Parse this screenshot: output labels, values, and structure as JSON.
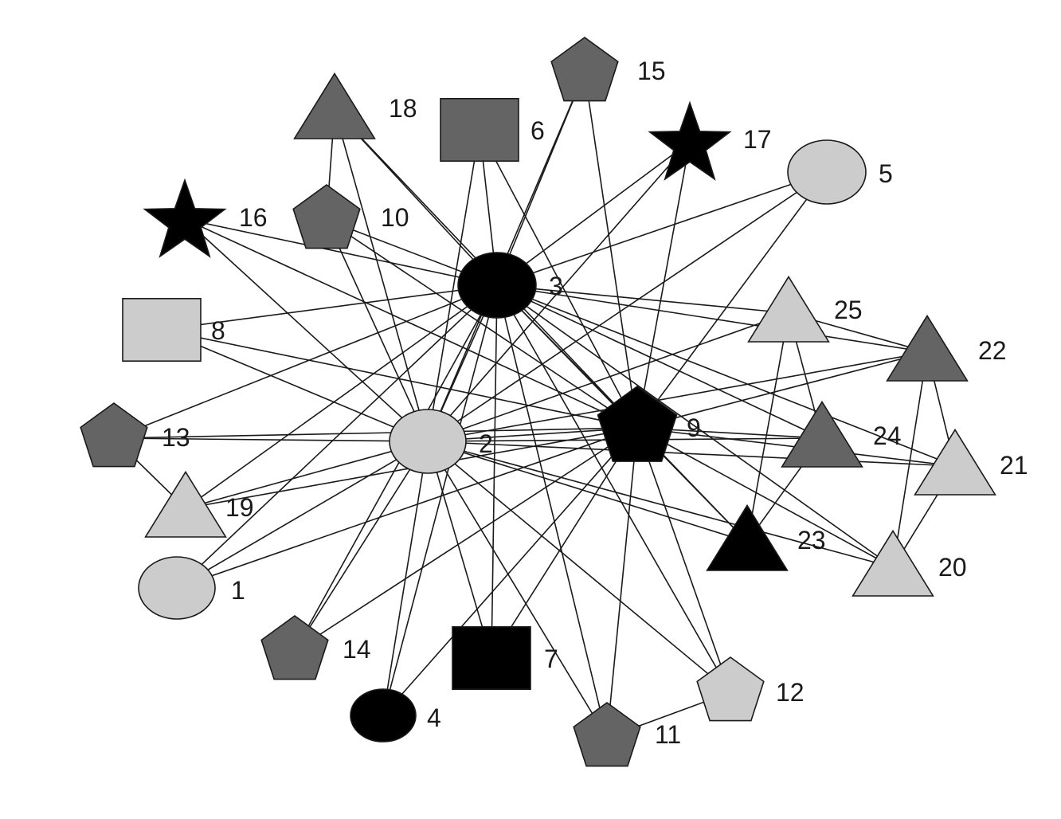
{
  "colors": {
    "black": "#000000",
    "dark": "#646464",
    "light": "#cccccc",
    "edge": "#1a1a1a"
  },
  "nodes": [
    {
      "id": "1",
      "label": "1",
      "shape": "circle",
      "fill": "light"
    },
    {
      "id": "2",
      "label": "2",
      "shape": "circle",
      "fill": "light"
    },
    {
      "id": "3",
      "label": "3",
      "shape": "circle",
      "fill": "black"
    },
    {
      "id": "4",
      "label": "4",
      "shape": "circle",
      "fill": "black"
    },
    {
      "id": "5",
      "label": "5",
      "shape": "circle",
      "fill": "light"
    },
    {
      "id": "6",
      "label": "6",
      "shape": "square",
      "fill": "dark"
    },
    {
      "id": "7",
      "label": "7",
      "shape": "square",
      "fill": "black"
    },
    {
      "id": "8",
      "label": "8",
      "shape": "square",
      "fill": "light"
    },
    {
      "id": "9",
      "label": "9",
      "shape": "pentagon",
      "fill": "black"
    },
    {
      "id": "10",
      "label": "10",
      "shape": "pentagon",
      "fill": "dark"
    },
    {
      "id": "11",
      "label": "11",
      "shape": "pentagon",
      "fill": "dark"
    },
    {
      "id": "12",
      "label": "12",
      "shape": "pentagon",
      "fill": "light"
    },
    {
      "id": "13",
      "label": "13",
      "shape": "pentagon",
      "fill": "dark"
    },
    {
      "id": "14",
      "label": "14",
      "shape": "pentagon",
      "fill": "dark"
    },
    {
      "id": "15",
      "label": "15",
      "shape": "pentagon",
      "fill": "dark"
    },
    {
      "id": "16",
      "label": "16",
      "shape": "star",
      "fill": "black"
    },
    {
      "id": "17",
      "label": "17",
      "shape": "star",
      "fill": "black"
    },
    {
      "id": "18",
      "label": "18",
      "shape": "triangle",
      "fill": "dark"
    },
    {
      "id": "19",
      "label": "19",
      "shape": "triangle",
      "fill": "light"
    },
    {
      "id": "20",
      "label": "20",
      "shape": "triangle",
      "fill": "light"
    },
    {
      "id": "21",
      "label": "21",
      "shape": "triangle",
      "fill": "light"
    },
    {
      "id": "22",
      "label": "22",
      "shape": "triangle",
      "fill": "dark"
    },
    {
      "id": "23",
      "label": "23",
      "shape": "triangle",
      "fill": "black"
    },
    {
      "id": "24",
      "label": "24",
      "shape": "triangle",
      "fill": "dark"
    },
    {
      "id": "25",
      "label": "25",
      "shape": "triangle",
      "fill": "light"
    }
  ],
  "edges": [
    [
      "3",
      "18"
    ],
    [
      "3",
      "6"
    ],
    [
      "3",
      "15"
    ],
    [
      "3",
      "17"
    ],
    [
      "3",
      "5"
    ],
    [
      "3",
      "16"
    ],
    [
      "3",
      "10"
    ],
    [
      "3",
      "8"
    ],
    [
      "3",
      "13"
    ],
    [
      "3",
      "19"
    ],
    [
      "3",
      "1"
    ],
    [
      "3",
      "14"
    ],
    [
      "3",
      "4"
    ],
    [
      "3",
      "7"
    ],
    [
      "3",
      "11"
    ],
    [
      "3",
      "12"
    ],
    [
      "3",
      "2"
    ],
    [
      "3",
      "9"
    ],
    [
      "3",
      "25"
    ],
    [
      "3",
      "22"
    ],
    [
      "3",
      "24"
    ],
    [
      "3",
      "21"
    ],
    [
      "3",
      "20"
    ],
    [
      "3",
      "23"
    ],
    [
      "2",
      "18"
    ],
    [
      "2",
      "6"
    ],
    [
      "2",
      "15"
    ],
    [
      "2",
      "17"
    ],
    [
      "2",
      "5"
    ],
    [
      "2",
      "16"
    ],
    [
      "2",
      "10"
    ],
    [
      "2",
      "8"
    ],
    [
      "2",
      "13"
    ],
    [
      "2",
      "19"
    ],
    [
      "2",
      "1"
    ],
    [
      "2",
      "14"
    ],
    [
      "2",
      "4"
    ],
    [
      "2",
      "7"
    ],
    [
      "2",
      "11"
    ],
    [
      "2",
      "12"
    ],
    [
      "2",
      "9"
    ],
    [
      "2",
      "25"
    ],
    [
      "2",
      "22"
    ],
    [
      "2",
      "24"
    ],
    [
      "2",
      "21"
    ],
    [
      "2",
      "20"
    ],
    [
      "2",
      "23"
    ],
    [
      "9",
      "18"
    ],
    [
      "9",
      "6"
    ],
    [
      "9",
      "15"
    ],
    [
      "9",
      "17"
    ],
    [
      "9",
      "5"
    ],
    [
      "9",
      "16"
    ],
    [
      "9",
      "10"
    ],
    [
      "9",
      "8"
    ],
    [
      "9",
      "13"
    ],
    [
      "9",
      "19"
    ],
    [
      "9",
      "1"
    ],
    [
      "9",
      "14"
    ],
    [
      "9",
      "4"
    ],
    [
      "9",
      "7"
    ],
    [
      "9",
      "11"
    ],
    [
      "9",
      "12"
    ],
    [
      "9",
      "22"
    ],
    [
      "9",
      "24"
    ],
    [
      "9",
      "21"
    ],
    [
      "9",
      "20"
    ],
    [
      "9",
      "23"
    ],
    [
      "18",
      "10"
    ],
    [
      "13",
      "19"
    ],
    [
      "11",
      "12"
    ],
    [
      "22",
      "20"
    ],
    [
      "22",
      "21"
    ],
    [
      "21",
      "20"
    ],
    [
      "25",
      "22"
    ],
    [
      "25",
      "23"
    ],
    [
      "25",
      "24"
    ],
    [
      "24",
      "23"
    ]
  ]
}
